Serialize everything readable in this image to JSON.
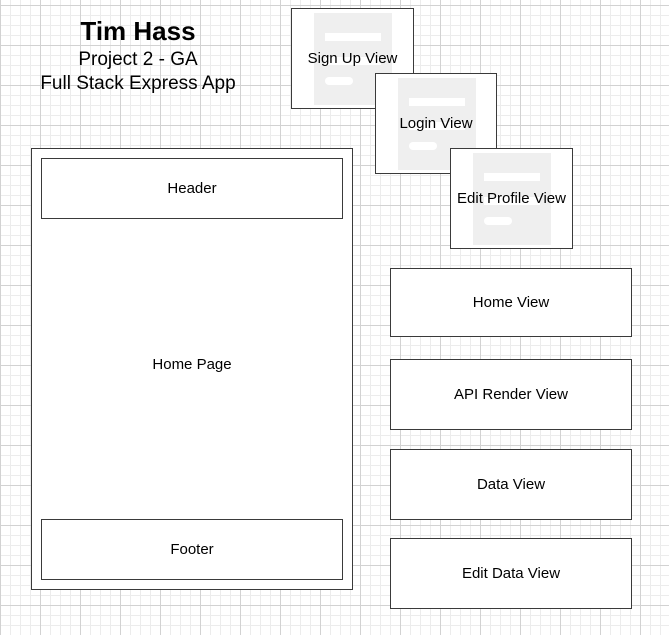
{
  "title": {
    "name": "Tim Hass",
    "subtitle": "Project 2 - GA",
    "description": "Full Stack Express App"
  },
  "page": {
    "label": "Home Page",
    "header": "Header",
    "footer": "Footer"
  },
  "wireframes": [
    {
      "label": "Sign Up View"
    },
    {
      "label": "Login View"
    },
    {
      "label": "Edit Profile View"
    }
  ],
  "views": [
    {
      "label": "Home View"
    },
    {
      "label": "API Render View"
    },
    {
      "label": "Data View"
    },
    {
      "label": "Edit Data View"
    }
  ],
  "colors": {
    "stroke": "#3a3a3a",
    "wireframe_fill": "#efefef",
    "grid_major": "#d2d2d2",
    "grid_minor": "#ececec"
  }
}
